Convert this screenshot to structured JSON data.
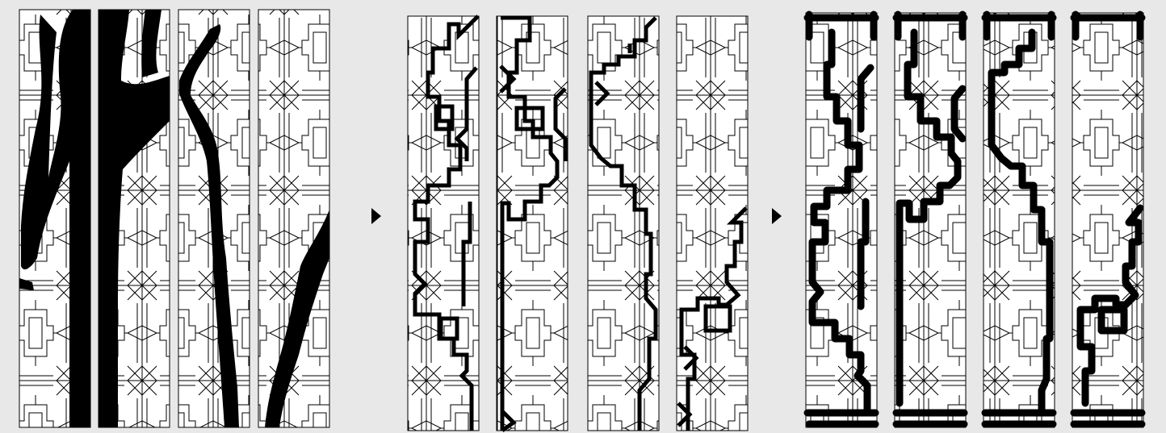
{
  "figure": {
    "stages": [
      {
        "id": "input-mask",
        "panel_count": 4
      },
      {
        "id": "traced-lattice-paths",
        "panel_count": 4
      },
      {
        "id": "thickened-lattice-paths",
        "panel_count": 4
      }
    ],
    "arrows": [
      {
        "id": "arrow-1",
        "symbol": "right-triangle"
      },
      {
        "id": "arrow-2",
        "symbol": "right-triangle"
      }
    ],
    "colors": {
      "background": "#e8e8e8",
      "panel": "#ffffff",
      "ink": "#000000"
    }
  }
}
